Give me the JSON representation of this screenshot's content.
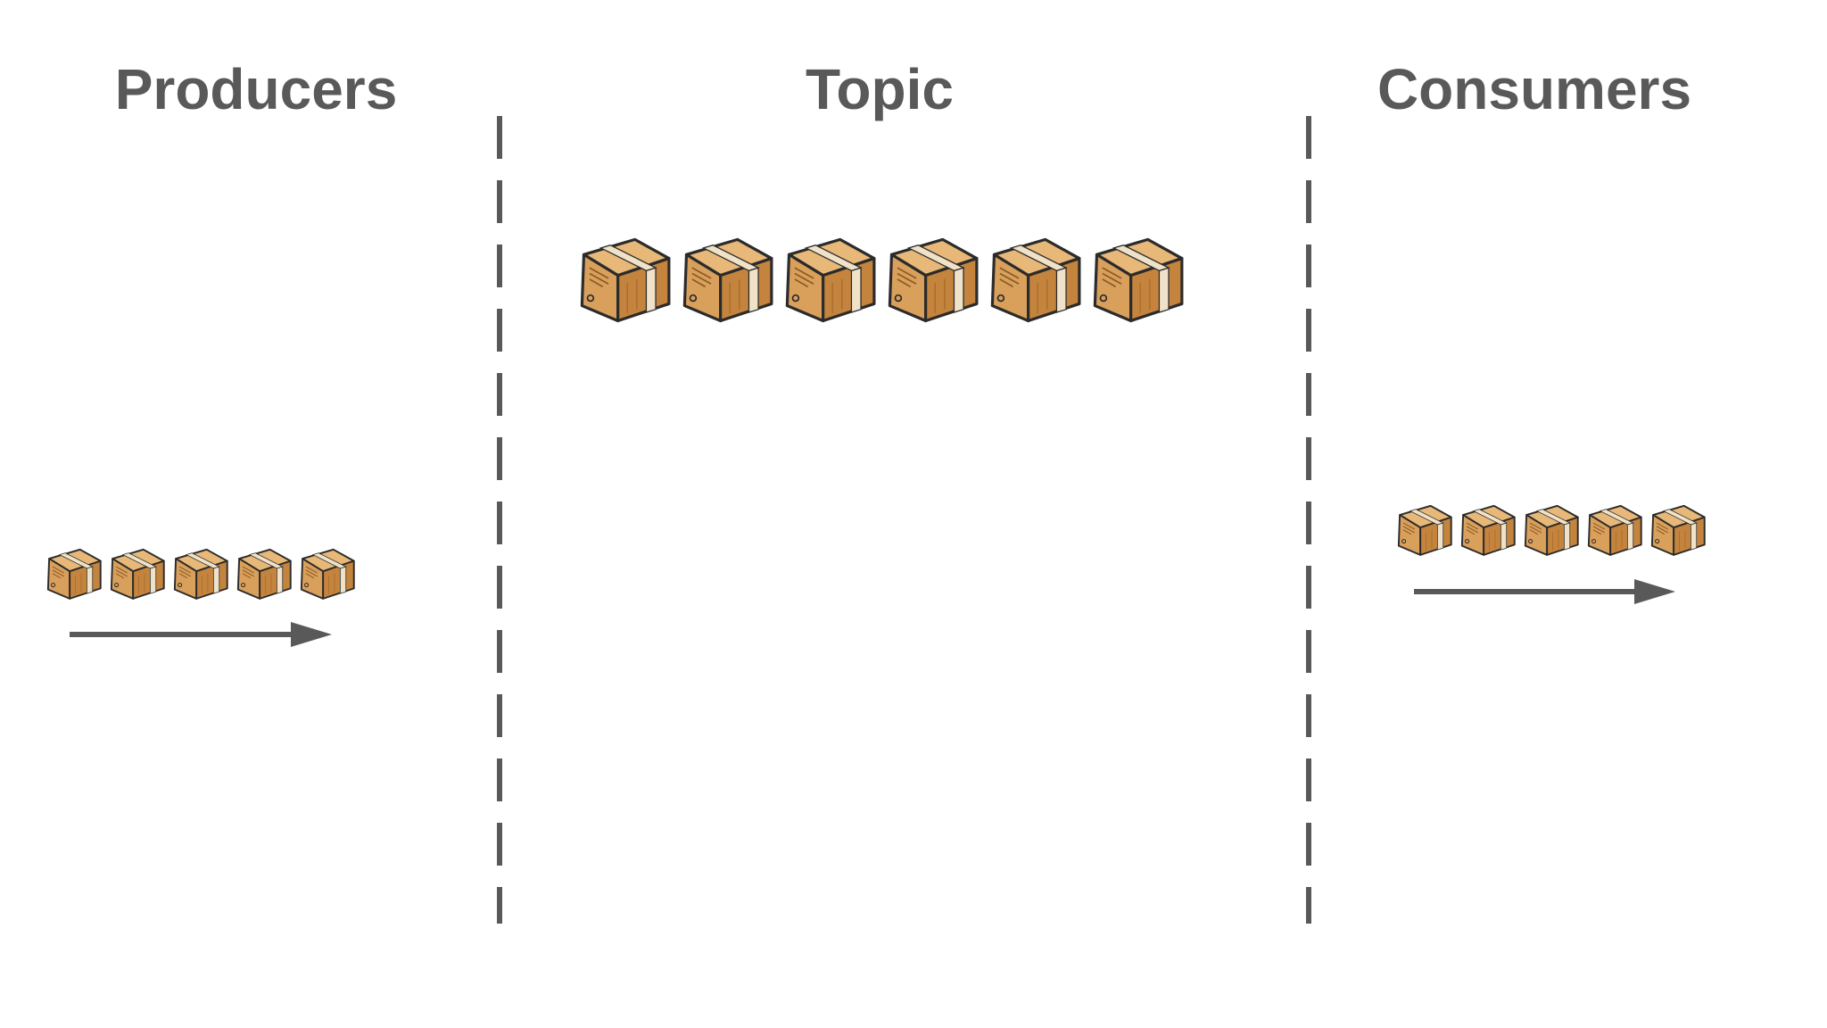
{
  "sections": {
    "producers": {
      "title": "Producers"
    },
    "topic": {
      "title": "Topic"
    },
    "consumers": {
      "title": "Consumers"
    }
  },
  "flow": {
    "producer_package_count": 5,
    "topic_package_count": 6,
    "consumer_package_count": 5,
    "direction": "left-to-right"
  },
  "colors": {
    "text": "#595959",
    "divider": "#595959",
    "arrow": "#595959",
    "box_front": "#D9A05C",
    "box_side": "#C4843E",
    "box_top": "#E8B878",
    "tape": "#EFE2C9",
    "outline": "#2B2B2B"
  },
  "icons": {
    "package": "package-icon",
    "arrow": "arrow-right-icon"
  }
}
